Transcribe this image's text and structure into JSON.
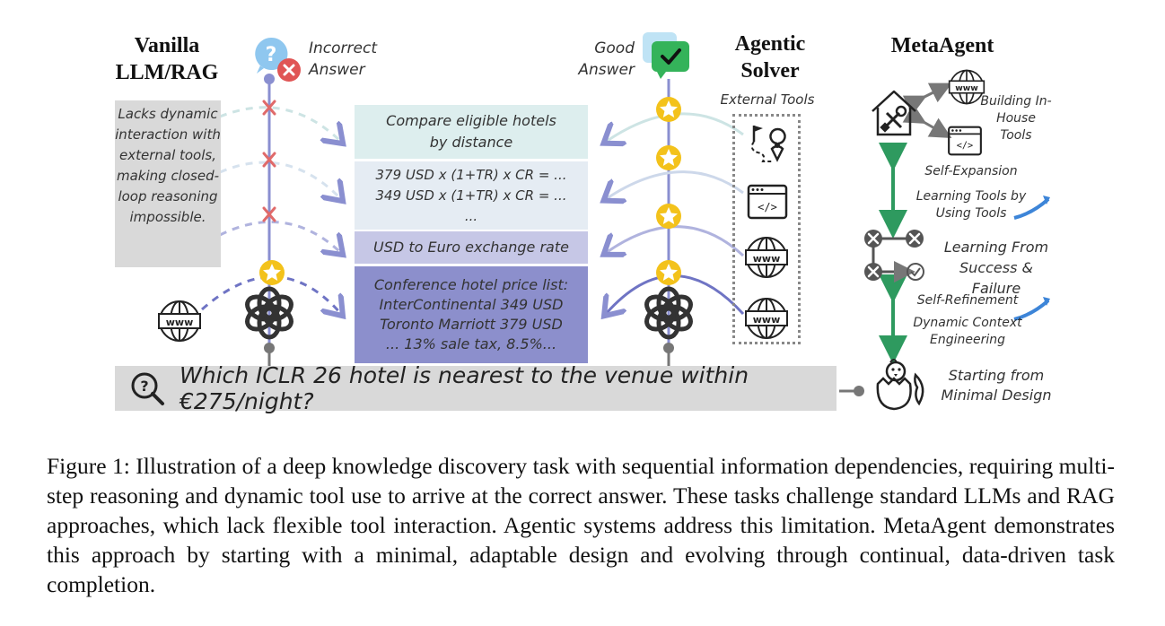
{
  "vanilla": {
    "title_line1": "Vanilla",
    "title_line2": "LLM/RAG",
    "outcome": "Incorrect Answer",
    "limitation": "Lacks dynamic interaction with external tools, making closed-loop reasoning impossible."
  },
  "agentic": {
    "title_line1": "Agentic",
    "title_line2": "Solver",
    "outcome": "Good Answer",
    "tools_label": "External Tools"
  },
  "steps": [
    "Compare eligible hotels by distance",
    "379 USD x (1+TR) x CR = ...\n349 USD x (1+TR) x CR = ...\n...",
    "USD to Euro exchange rate",
    "Conference hotel price list:\nInterContinental 349 USD\nToronto Marriott 379 USD\n... 13% sale tax, 8.5%..."
  ],
  "query": "Which ICLR 26 hotel is nearest to the venue within €275/night?",
  "metaagent": {
    "title": "MetaAgent",
    "building": "Building In-House Tools",
    "self_expansion": "Self-Expansion",
    "learning_tools": "Learning Tools by Using Tools",
    "learning_from": "Learning From Success & Failure",
    "self_refinement": "Self-Refinement",
    "dynamic_context": "Dynamic Context Engineering",
    "starting": "Starting from Minimal Design"
  },
  "caption": "Figure 1: Illustration of a deep knowledge discovery task with sequential information dependencies, requiring multi-step reasoning and dynamic tool use to arrive at the correct answer. These tasks challenge standard LLMs and RAG approaches, which lack flexible tool interaction. Agentic systems address this limitation. MetaAgent demonstrates this approach by starting with a minimal, adaptable design and evolving through continual, data-driven task completion.",
  "icons": [
    "question-icon",
    "error-icon",
    "chat-check-icon",
    "star-icon",
    "x-mark-icon",
    "www-icon",
    "openai-logo-icon",
    "route-icon",
    "code-icon",
    "house-tools-icon",
    "hatching-chick-icon",
    "search-icon",
    "curve-arrow-icon"
  ],
  "colors": {
    "spine": "#8a8fd0",
    "star": "#f3c21b",
    "green": "#2e9a5f",
    "red": "#e05555",
    "arrow_blue": "#3d85d8"
  }
}
